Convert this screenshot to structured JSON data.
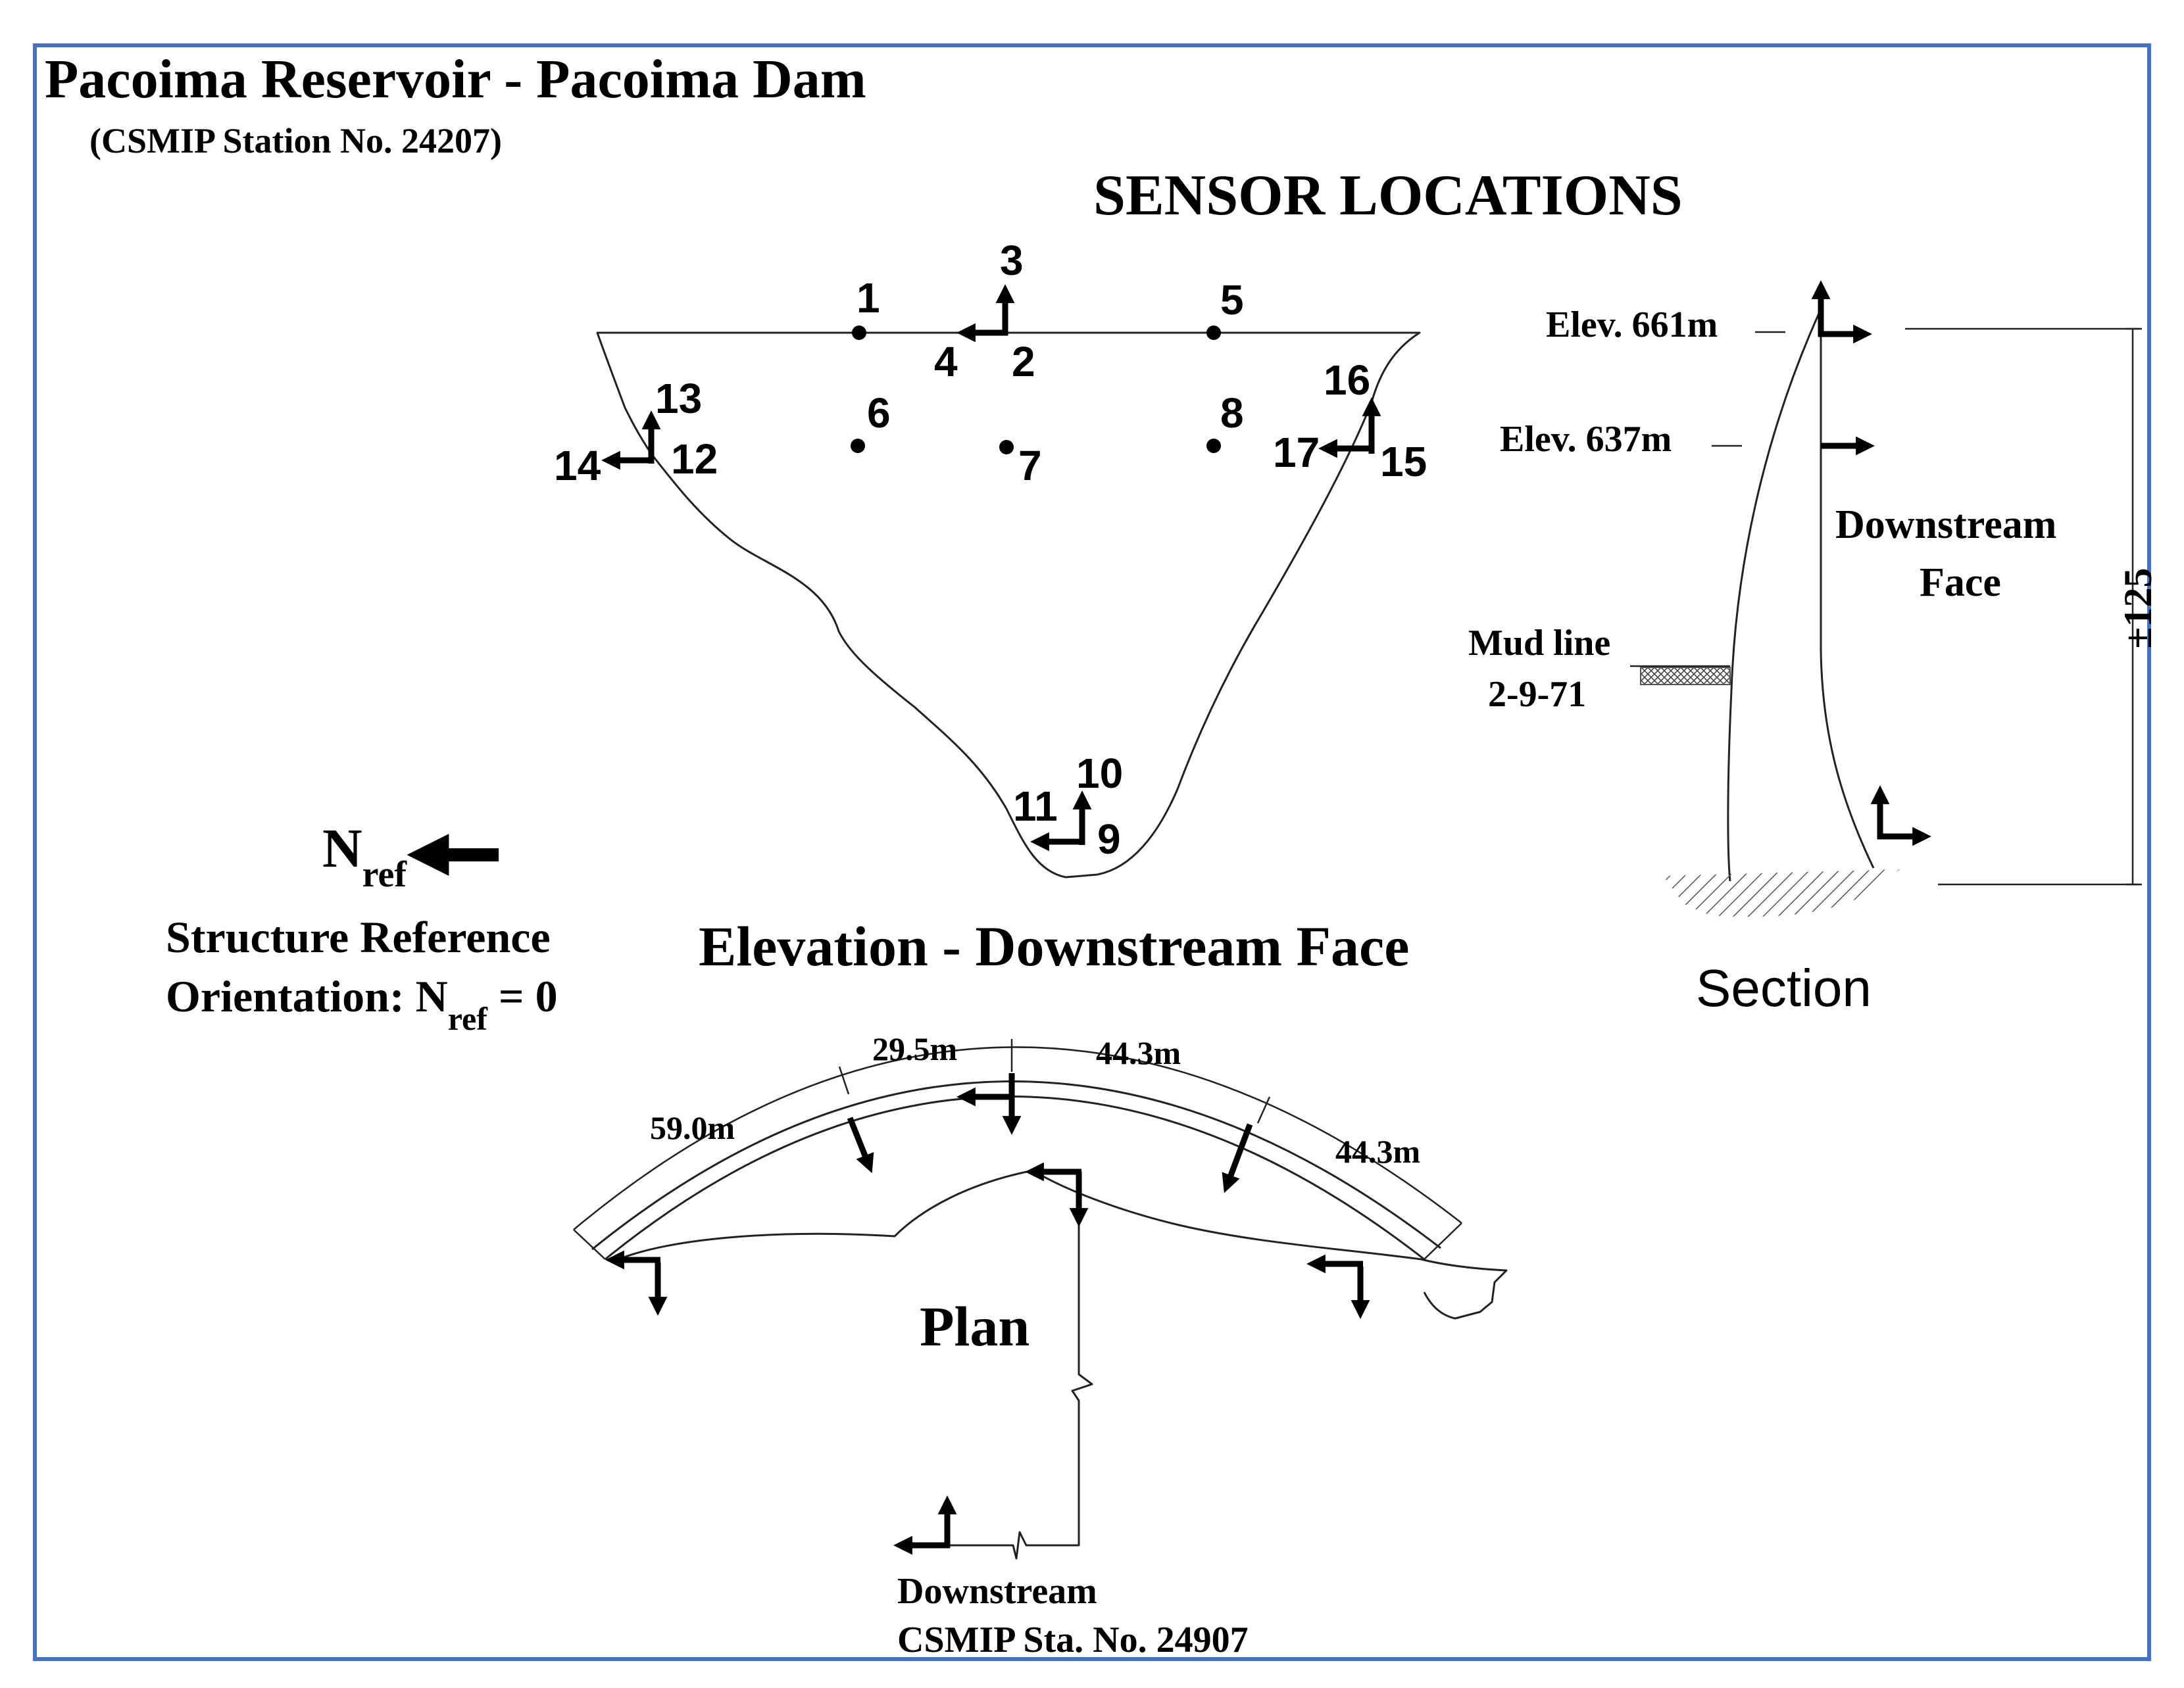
{
  "header": {
    "title": "Pacoima Reservoir - Pacoima Dam",
    "station": "(CSMIP Station No. 24207)",
    "section_heading": "SENSOR LOCATIONS"
  },
  "elevation_view": {
    "caption": "Elevation - Downstream Face",
    "sensor_labels": [
      "1",
      "2",
      "3",
      "4",
      "5",
      "6",
      "7",
      "8",
      "9",
      "10",
      "11",
      "12",
      "13",
      "14",
      "15",
      "16",
      "17"
    ]
  },
  "section_view": {
    "caption": "Section",
    "elev_top": "Elev. 661m",
    "elev_mid": "Elev. 637m",
    "face_line1": "Downstream",
    "face_line2": "Face",
    "mud_line1": "Mud line",
    "mud_line2": "2-9-71",
    "height_dim": "±125"
  },
  "reference": {
    "n_main": "N",
    "n_sub": "ref",
    "line1": "Structure Reference",
    "line2_prefix": "Orientation: N",
    "line2_sub": "ref",
    "line2_suffix": " = 0"
  },
  "plan_view": {
    "caption": "Plan",
    "dim_59": "59.0m",
    "dim_29": "29.5m",
    "dim_44a": "44.3m",
    "dim_44b": "44.3m",
    "downstream_line1": "Downstream",
    "downstream_line2": "CSMIP Sta. No. 24907"
  }
}
